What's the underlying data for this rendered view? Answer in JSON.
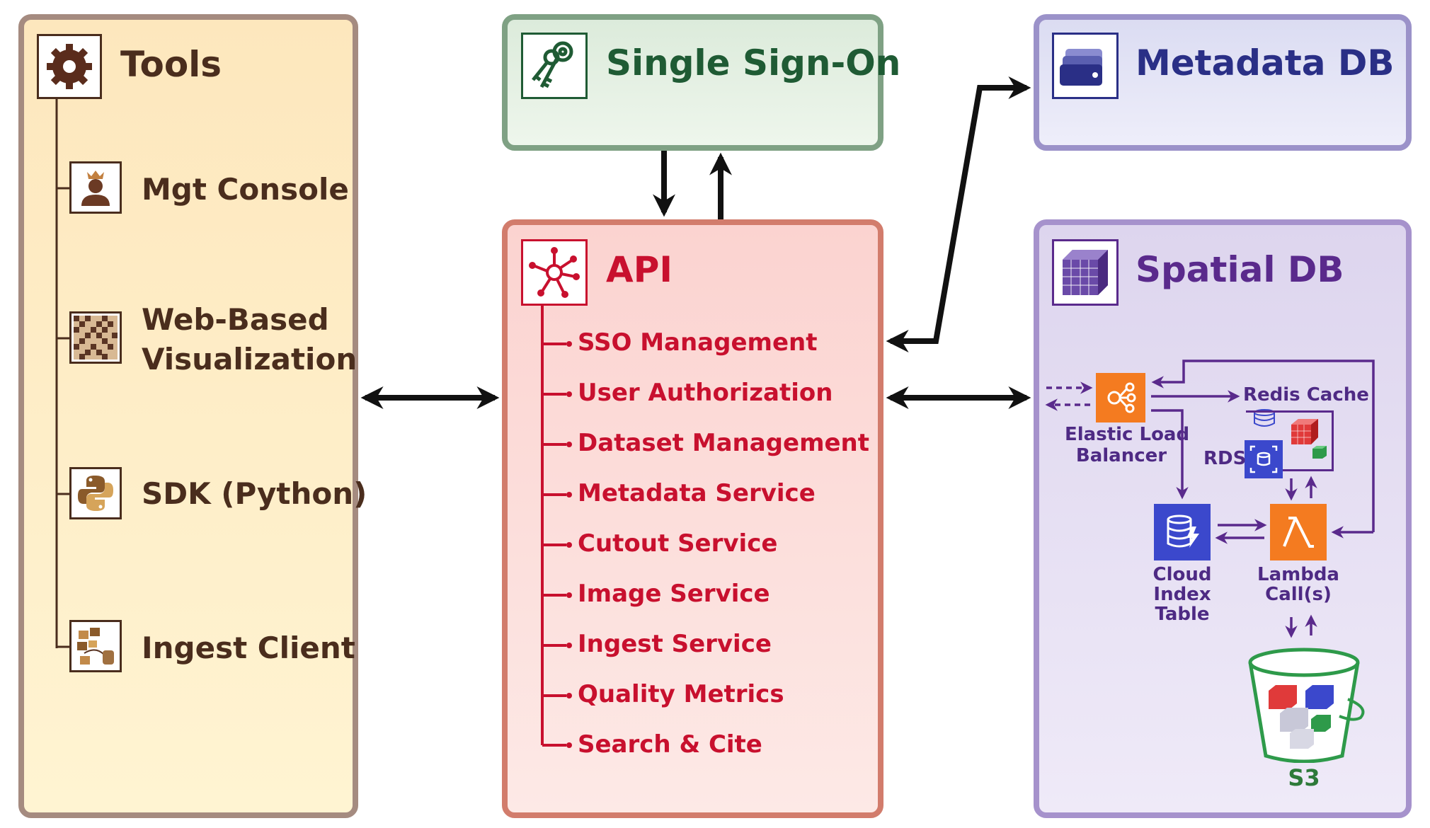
{
  "tools": {
    "title": "Tools",
    "items": [
      {
        "label": "Mgt Console",
        "icon": "admin-user-icon"
      },
      {
        "label_line1": "Web-Based",
        "label_line2": "Visualization",
        "icon": "visualization-grid-icon"
      },
      {
        "label": "SDK (Python)",
        "icon": "python-icon"
      },
      {
        "label": "Ingest Client",
        "icon": "ingest-cubes-icon"
      }
    ]
  },
  "sso": {
    "title": "Single Sign-On",
    "icon": "keys-icon"
  },
  "api": {
    "title": "API",
    "icon": "network-hub-icon",
    "items": [
      "SSO Management",
      "User Authorization",
      "Dataset Management",
      "Metadata Service",
      "Cutout Service",
      "Image Service",
      "Ingest Service",
      "Quality Metrics",
      "Search & Cite"
    ]
  },
  "metadata_db": {
    "title": "Metadata DB",
    "icon": "tags-icon"
  },
  "spatial_db": {
    "title": "Spatial DB",
    "icon": "cube-grid-icon",
    "elb_line1": "Elastic Load",
    "elb_line2": "Balancer",
    "redis": "Redis Cache",
    "rds": "RDS",
    "cloud_line1": "Cloud",
    "cloud_line2": "Index",
    "cloud_line3": "Table",
    "lambda_line1": "Lambda",
    "lambda_line2": "Call(s)",
    "s3": "S3"
  },
  "colors": {
    "tools_border": "#a58b80",
    "sso_border": "#7fa184",
    "api_border": "#d27c6c",
    "meta_border": "#9b92c9",
    "spatial_border": "#a692cc",
    "tools_text": "#4a2d1d",
    "sso_text": "#1f5b34",
    "api_text": "#c8102e",
    "meta_text": "#2a2f86",
    "spatial_text": "#5a2a8c",
    "aws_orange": "#f47b20",
    "aws_blue": "#3b48cc"
  }
}
